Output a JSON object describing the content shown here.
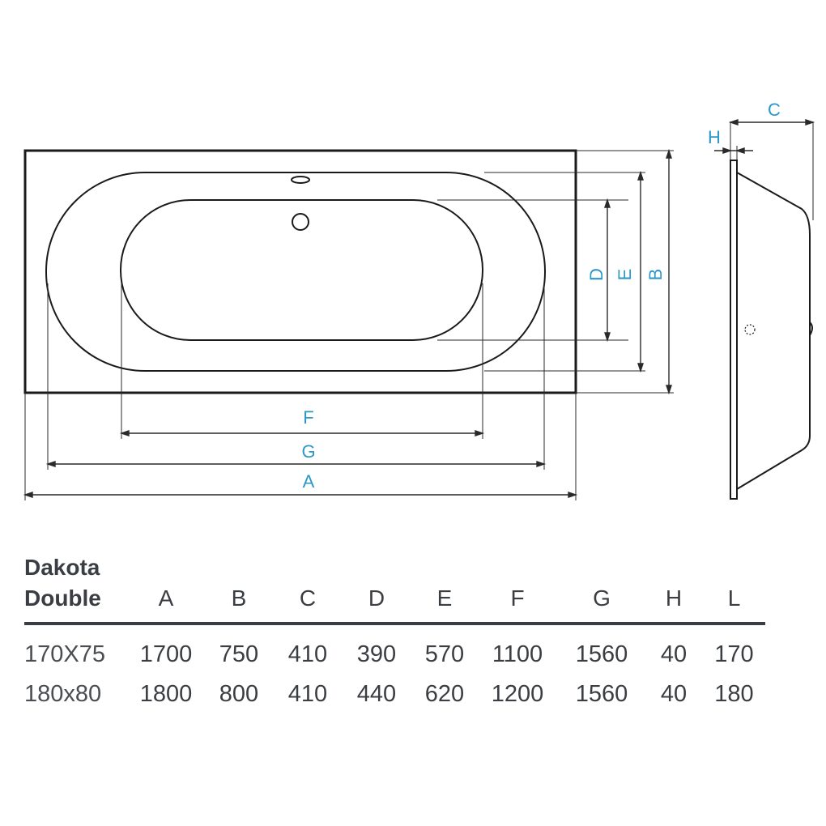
{
  "diagram": {
    "dimension_labels": {
      "a": "A",
      "b": "B",
      "c": "C",
      "d": "D",
      "e": "E",
      "f": "F",
      "g": "G",
      "h": "H"
    },
    "colors": {
      "outline": "#1a1a1a",
      "dimension_line": "#2a2a2a",
      "dimension_label": "#2d97c9"
    }
  },
  "table": {
    "product_name": [
      "Dakota",
      "Double"
    ],
    "columns": [
      "A",
      "B",
      "C",
      "D",
      "E",
      "F",
      "G",
      "H",
      "L"
    ],
    "rows": [
      {
        "model": "170X75",
        "values": [
          "1700",
          "750",
          "410",
          "390",
          "570",
          "1100",
          "1560",
          "40",
          "170"
        ]
      },
      {
        "model": "180x80",
        "values": [
          "1800",
          "800",
          "410",
          "440",
          "620",
          "1200",
          "1560",
          "40",
          "180"
        ]
      }
    ]
  }
}
